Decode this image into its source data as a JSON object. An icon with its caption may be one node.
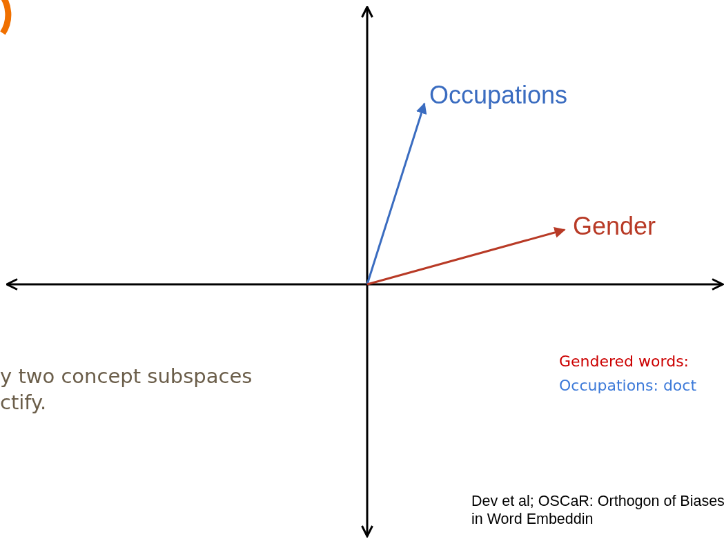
{
  "diagram": {
    "nodes": [
      {
        "text": [
          "Occupations"
        ]
      },
      {
        "text": [
          "Gender"
        ]
      }
    ],
    "edges": [
      {
        "from": null,
        "to": 0,
        "arrow": "to",
        "color": "#3a6cc0"
      },
      {
        "from": null,
        "to": 1,
        "arrow": "to",
        "color": "#b83a26"
      }
    ],
    "labels": [
      "y two concept subspaces ctify.",
      "Gendered words:",
      "Occupations: doct",
      "Dev et al; OSCaR: Orthogon of Biases in Word Embeddin"
    ]
  }
}
